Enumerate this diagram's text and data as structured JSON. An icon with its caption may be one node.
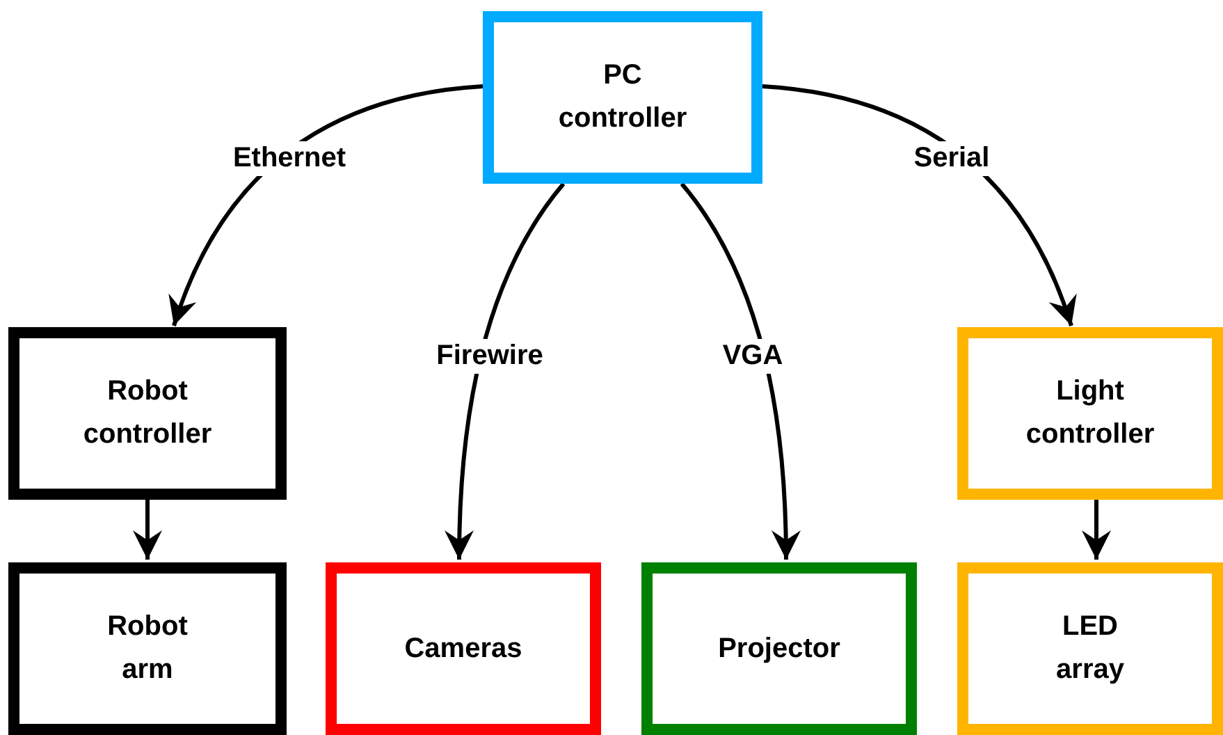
{
  "diagram": {
    "nodes": [
      {
        "text": [
          "PC controller"
        ]
      },
      {
        "text": [
          "Robot controller"
        ]
      },
      {
        "text": [
          "Light controller"
        ]
      },
      {
        "text": [
          "Robot arm"
        ]
      },
      {
        "text": [
          "Cameras"
        ]
      },
      {
        "text": [
          "Projector"
        ]
      },
      {
        "text": [
          "LED array"
        ]
      }
    ],
    "edges": [
      {
        "from": 0,
        "to": 1,
        "arrow": "to",
        "label": "Ethernet"
      },
      {
        "from": 0,
        "to": 4,
        "arrow": "to",
        "label": "Firewire"
      },
      {
        "from": 0,
        "to": 5,
        "arrow": "to",
        "label": "VGA"
      },
      {
        "from": 0,
        "to": 2,
        "arrow": "to",
        "label": "Serial"
      },
      {
        "from": 1,
        "to": 3,
        "arrow": "to"
      },
      {
        "from": 2,
        "to": 6,
        "arrow": "to"
      }
    ]
  }
}
